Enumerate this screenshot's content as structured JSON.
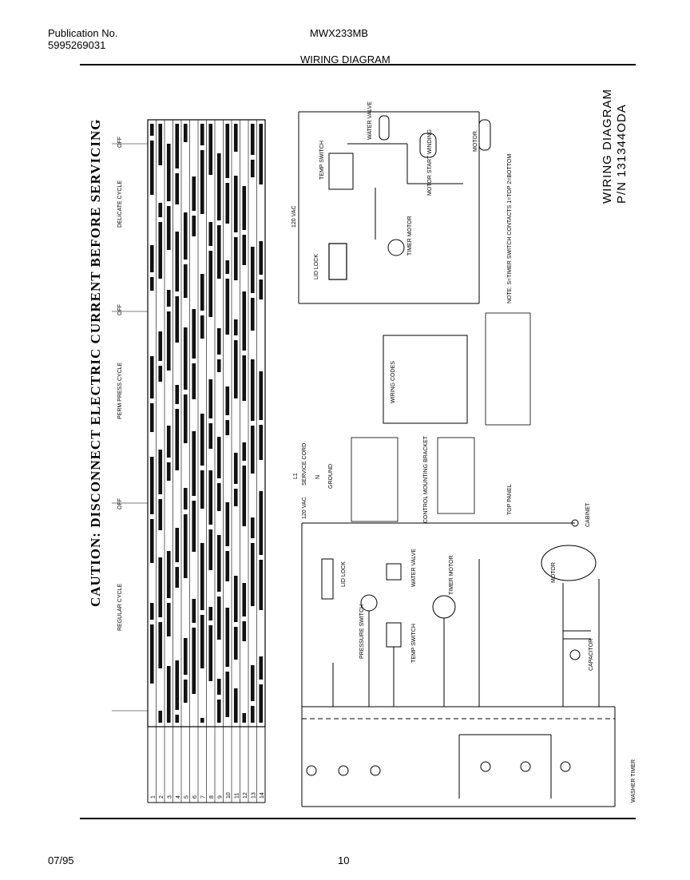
{
  "header": {
    "publication_label": "Publication No.",
    "publication_number": "5995269031",
    "model": "MWX233MB",
    "title": "WIRING DIAGRAM"
  },
  "caution": "CAUTION: DISCONNECT ELECTRIC CURRENT BEFORE SERVICING",
  "diagram_title": {
    "line1": "WIRING DIAGRAM",
    "line2": "P/N 131344ODA"
  },
  "timer_chart": {
    "cycles": [
      "REGULAR CYCLE",
      "PERM PRESS CYCLE",
      "DELICATE CYCLE"
    ],
    "off_label": "OFF",
    "row_numbers": [
      "1",
      "2",
      "3",
      "4",
      "5",
      "6",
      "7",
      "8",
      "9",
      "10",
      "11",
      "12",
      "13",
      "14"
    ]
  },
  "schematic": {
    "voltage": "120 VAC",
    "labels": {
      "lid_lock": "LID LOCK",
      "pressure_switch": "PRESSURE SWITCH",
      "timer_motor": "TIMER MOTOR",
      "temp_switch": "TEMP SWITCH",
      "water_valve": "WATER VALVE",
      "motor": "MOTOR",
      "motor_start_winding": "MOTOR START WINDING",
      "capacitor": "CAPACITOR",
      "cabinet": "CABINET",
      "ground": "GROUND",
      "service_cord": "SERVICE CORD",
      "top_panel": "TOP PANEL",
      "control_mounting_bracket": "CONTROL MOUNTING BRACKET",
      "washer_timer": "WASHER TIMER",
      "wiring_codes": "WIRING CODES",
      "l1": "L1",
      "n": "N"
    },
    "note": "NOTE: S=TIMER SWITCH CONTACTS 1=TOP 2=BOTTOM"
  },
  "footer": {
    "date": "07/95",
    "page": "10"
  }
}
